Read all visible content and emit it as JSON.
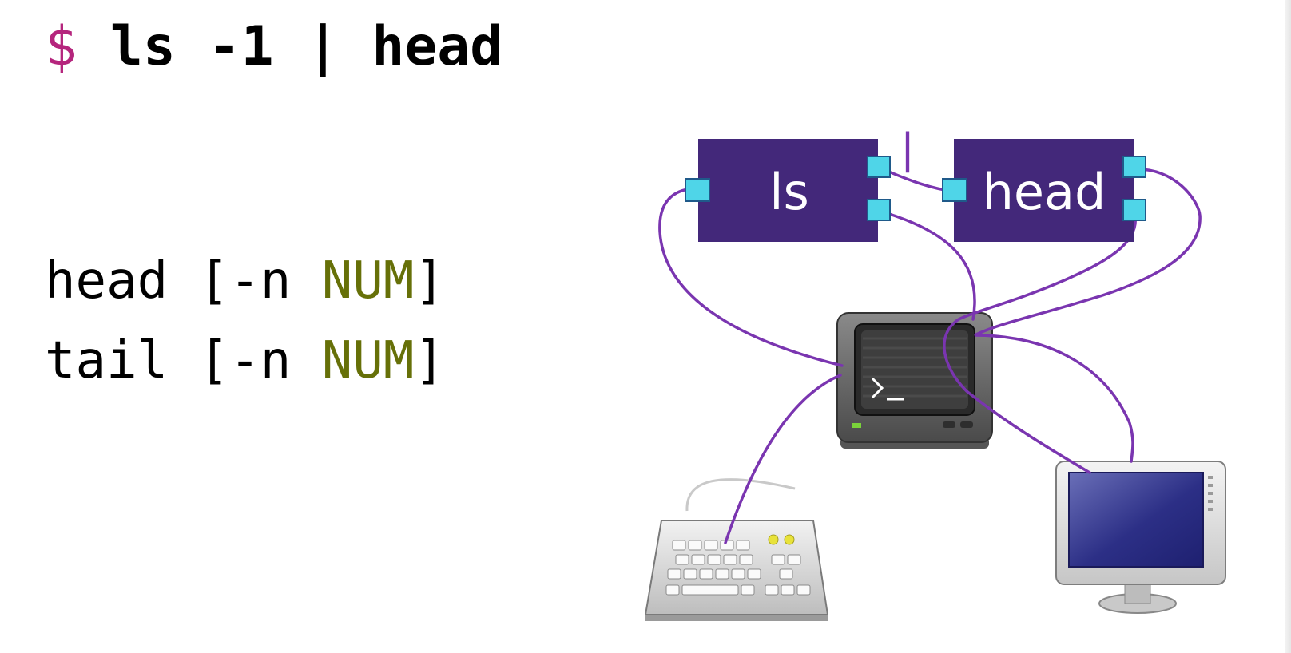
{
  "command": {
    "prompt": "$",
    "text": "ls -1 | head"
  },
  "syntax": [
    {
      "cmd": "head",
      "open": "[-n ",
      "arg": "NUM",
      "close": "]"
    },
    {
      "cmd": "tail",
      "open": "[-n ",
      "arg": "NUM",
      "close": "]"
    }
  ],
  "diagram": {
    "boxes": [
      {
        "id": "ls",
        "label": "ls"
      },
      {
        "id": "head",
        "label": "head"
      }
    ],
    "pipe_mark": "|",
    "colors": {
      "box": "#43287a",
      "port": "#4fd5e8",
      "wire": "#7a35b0",
      "prompt": "#b5257d",
      "arg": "#667008"
    },
    "icons": [
      "terminal-icon",
      "keyboard-icon",
      "monitor-icon"
    ]
  }
}
